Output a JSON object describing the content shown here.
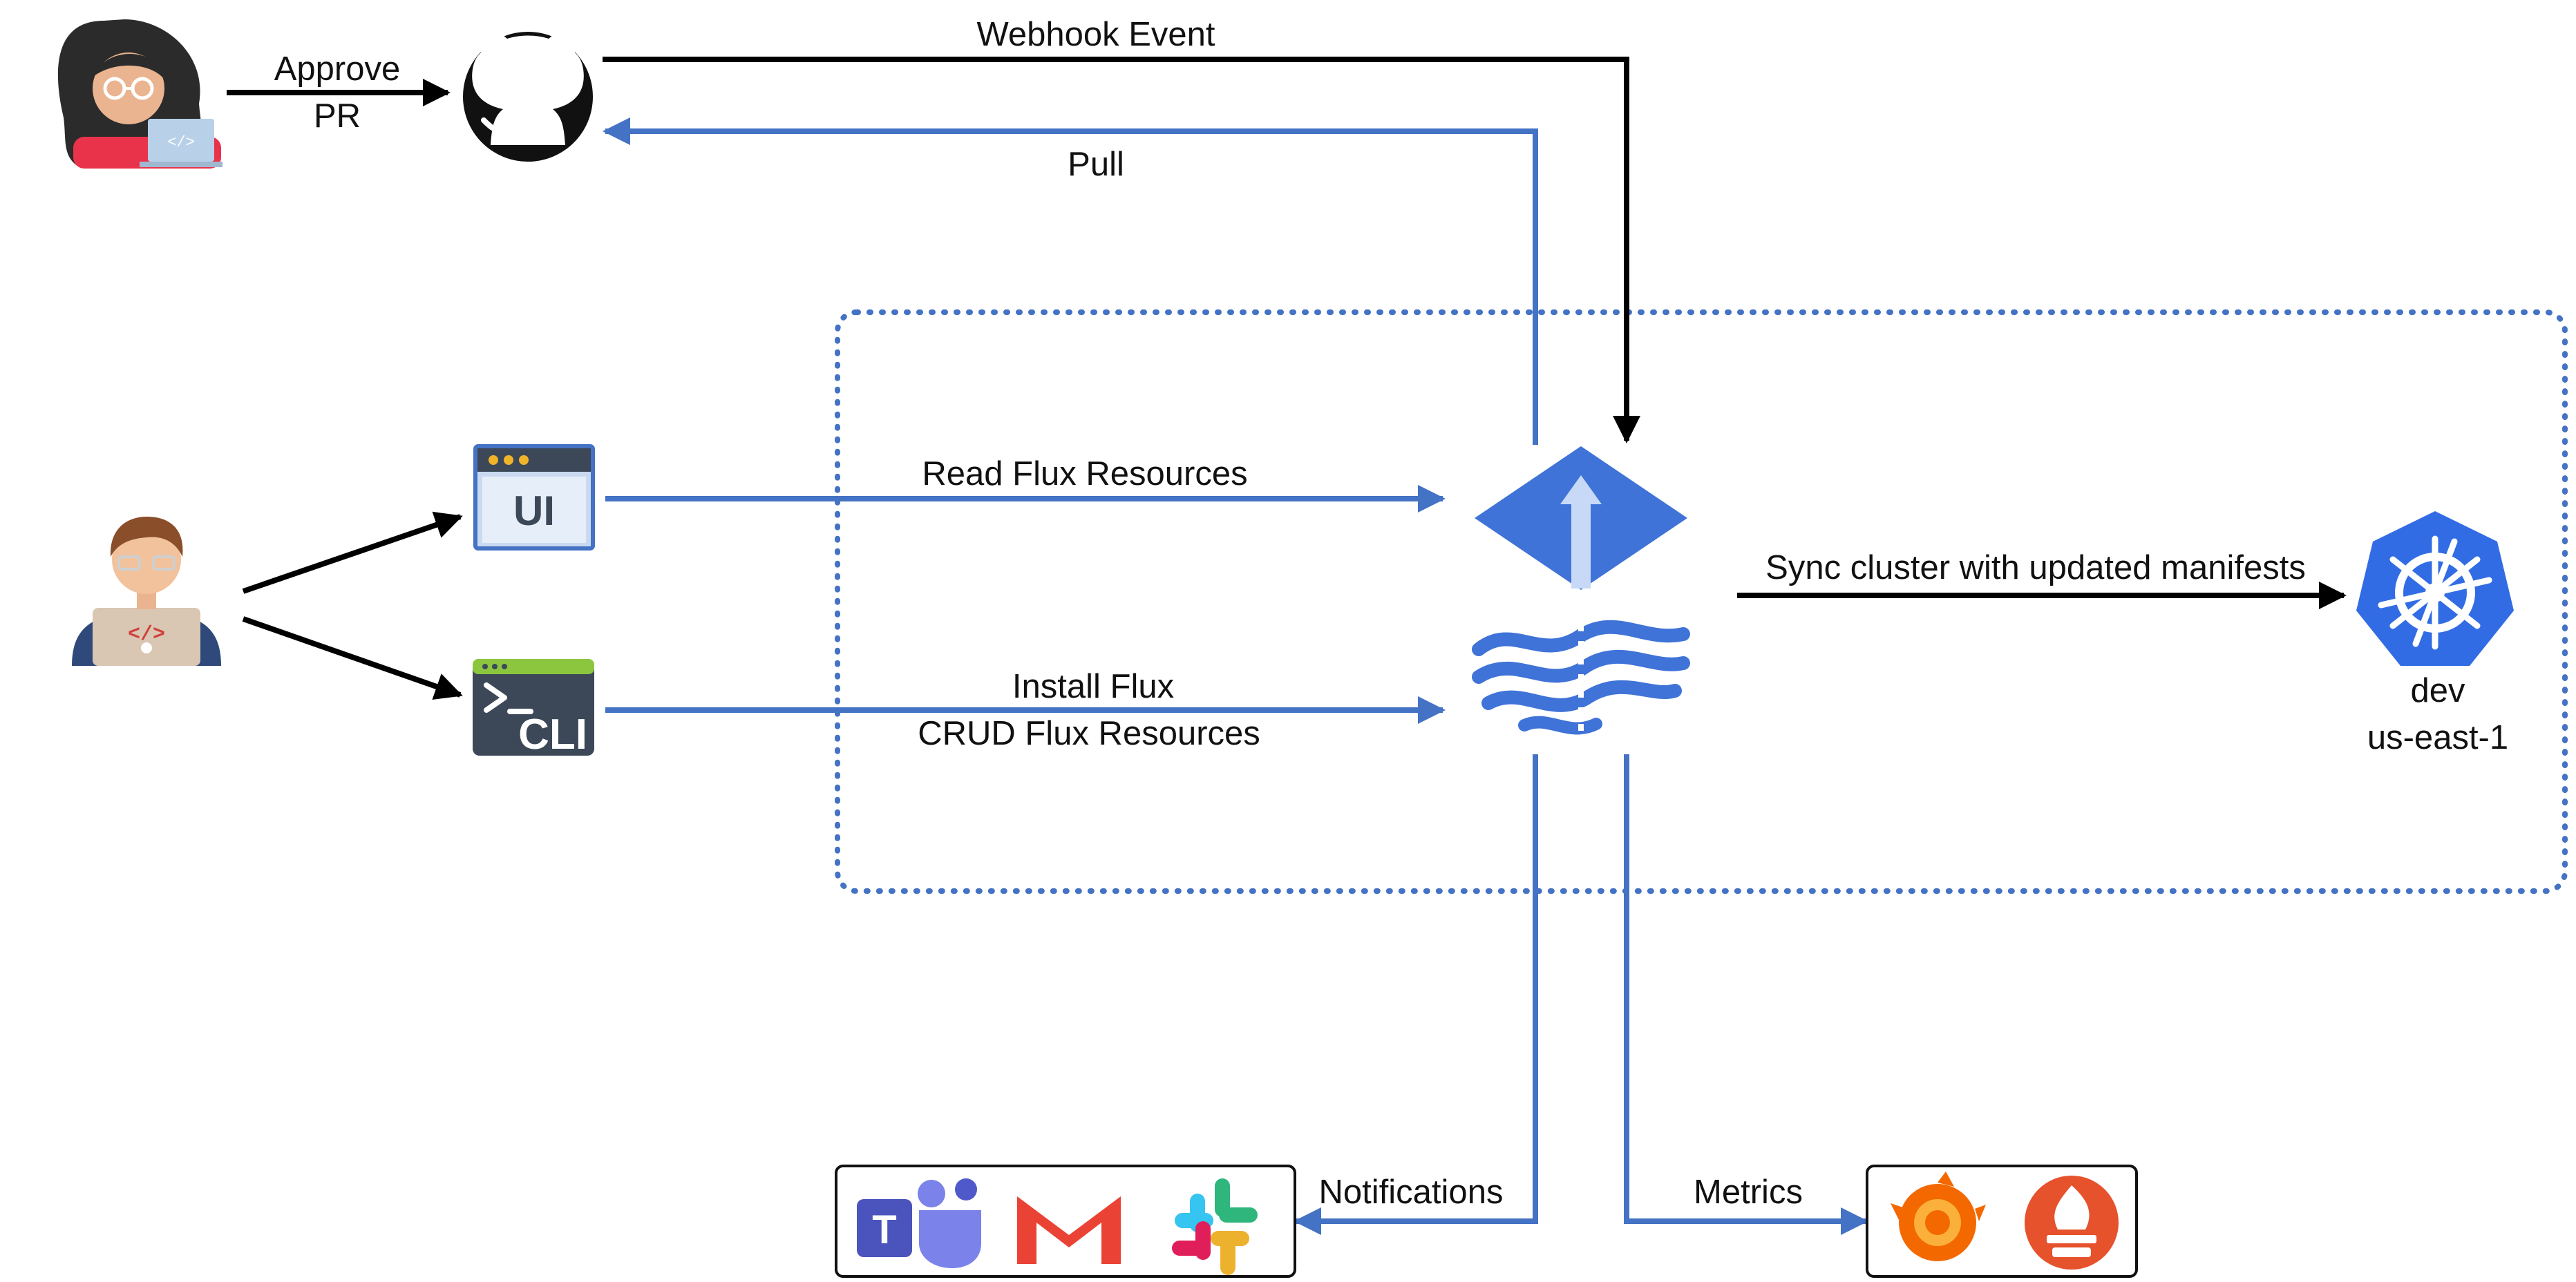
{
  "labels": {
    "approve_pr_1": "Approve",
    "approve_pr_2": "PR",
    "webhook_event": "Webhook Event",
    "pull": "Pull",
    "read_flux_resources": "Read Flux Resources",
    "install_flux": "Install Flux",
    "crud_flux_resources": "CRUD Flux Resources",
    "sync_cluster": "Sync cluster with updated manifests",
    "cluster_env": "dev",
    "cluster_region": "us-east-1",
    "notifications": "Notifications",
    "metrics": "Metrics",
    "ui_icon_text": "UI",
    "cli_icon_text": "CLI",
    "teams_letter": "T"
  },
  "colors": {
    "flow_blue": "#4472c4",
    "black_arrow": "#000000",
    "dotted_boundary": "#4472c4",
    "flux_blue": "#3f73d8",
    "k8s_blue": "#326ce5",
    "github_black": "#111111"
  },
  "icons": [
    "reviewer-woman-avatar",
    "github-icon",
    "developer-man-avatar",
    "ui-browser-icon",
    "cli-terminal-icon",
    "flux-logo-icon",
    "kubernetes-helm-icon",
    "microsoft-teams-icon",
    "gmail-icon",
    "slack-icon",
    "grafana-icon",
    "prometheus-icon"
  ]
}
